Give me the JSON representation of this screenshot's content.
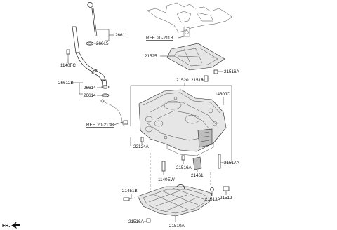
{
  "labels": {
    "p26611": "26611",
    "p26615": "26615",
    "p1140FC": "1140FC",
    "p26612B": "26612B",
    "p26614": "26614",
    "p26614b": "26614",
    "ref_top": "REF. 20-211B",
    "ref_mid": "REF. 20-213B",
    "p21525": "21525",
    "p21516A_top": "21516A",
    "p21520": "21520",
    "p21515": "21515",
    "p1430JC": "1430JC",
    "p22124A": "22124A",
    "p21516A_mid": "21516A",
    "p21461": "21461",
    "p21517A": "21517A",
    "p1140EW": "1140EW",
    "p21451B": "21451B",
    "p21513A": "21513A",
    "p21512": "21512",
    "p21516A_bot": "21516A",
    "p21510A": "21510A",
    "fr": "FR."
  }
}
